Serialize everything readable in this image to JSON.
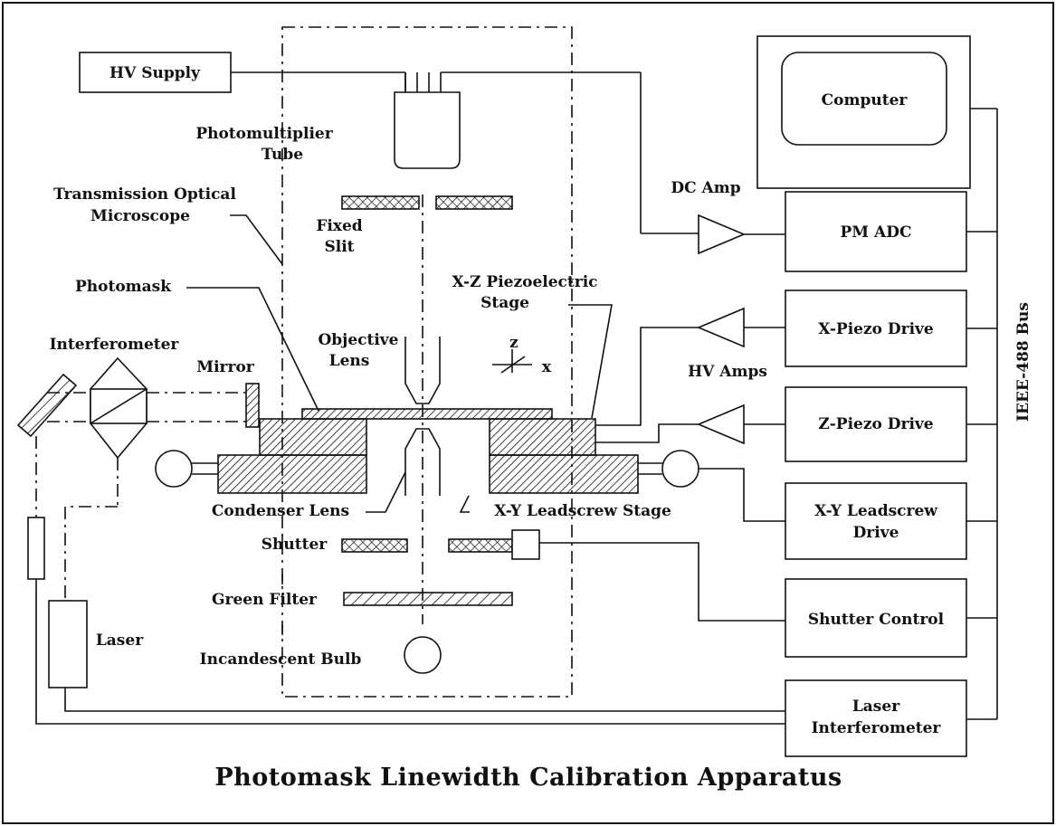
{
  "title": "Photomask Linewidth Calibration Apparatus",
  "blocks": {
    "hv_supply": "HV Supply",
    "computer": "Computer",
    "pm_adc": "PM ADC",
    "x_piezo_drive": "X-Piezo Drive",
    "z_piezo_drive": "Z-Piezo Drive",
    "xy_drive_line1": "X-Y Leadscrew",
    "xy_drive_line2": "Drive",
    "shutter_control": "Shutter Control",
    "laser_interf_line1": "Laser",
    "laser_interf_line2": "Interferometer"
  },
  "labels": {
    "pmt_line1": "Photomultiplier",
    "pmt_line2": "Tube",
    "tom_line1": "Transmission Optical",
    "tom_line2": "Microscope",
    "fixed_slit_line1": "Fixed",
    "fixed_slit_line2": "Slit",
    "dc_amp": "DC Amp",
    "photomask": "Photomask",
    "xz_stage_line1": "X-Z Piezoelectric",
    "xz_stage_line2": "Stage",
    "interferometer": "Interferometer",
    "objective_line1": "Objective",
    "objective_line2": "Lens",
    "axis_z": "z",
    "axis_x": "x",
    "hv_amps": "HV Amps",
    "mirror": "Mirror",
    "ieee_bus": "IEEE-488 Bus",
    "condenser_lens": "Condenser Lens",
    "xy_stage": "X-Y Leadscrew Stage",
    "shutter": "Shutter",
    "green_filter": "Green Filter",
    "laser": "Laser",
    "incandescent_bulb": "Incandescent Bulb"
  }
}
